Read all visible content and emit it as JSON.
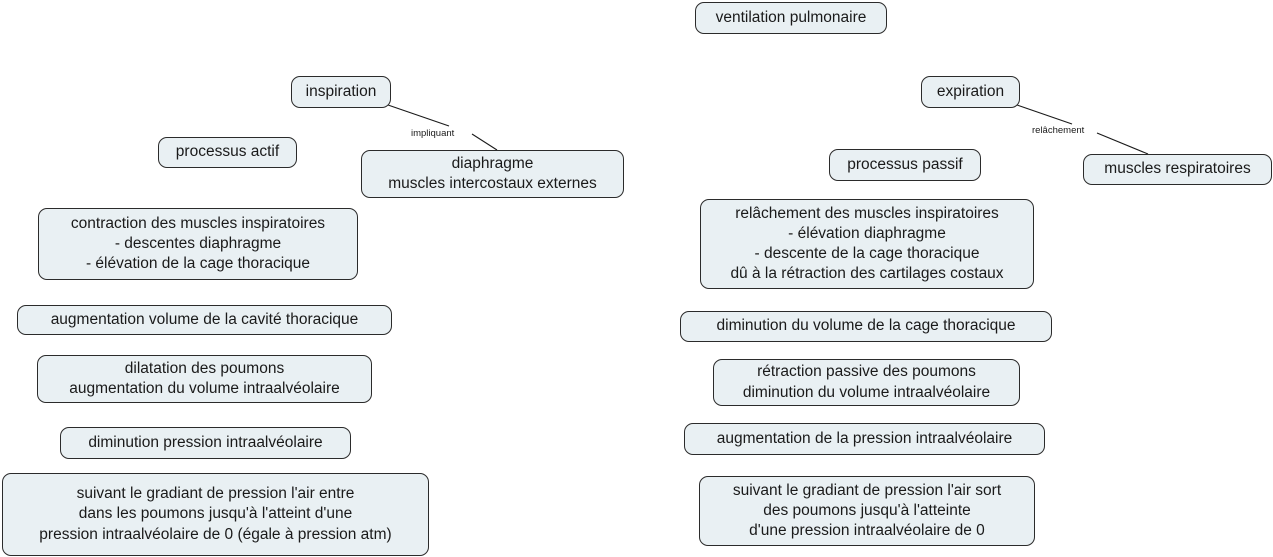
{
  "diagram": {
    "title": "ventilation pulmonaire",
    "type": "concept-map",
    "colors": {
      "node_fill": "#e9f0f3",
      "node_border": "#2b2b2b",
      "text": "#1a1a1a",
      "edge": "#1a1a1a",
      "background": "#ffffff"
    }
  },
  "nodes": {
    "title": "ventilation pulmonaire",
    "inspiration": "inspiration",
    "expiration": "expiration",
    "processus_actif": "processus actif",
    "processus_passif": "processus passif",
    "diaphragme": "diaphragme\nmuscles intercostaux externes",
    "muscles_respiratoires": "muscles respiratoires",
    "contraction": "contraction des muscles inspiratoires\n-      descentes diaphragme\n-    élévation de la cage thoracique",
    "relachement_muscles": "relâchement des muscles inspiratoires\n- élévation diaphragme\n- descente de la cage thoracique\ndû à la rétraction des cartilages costaux",
    "augmentation_volume_cavite": "augmentation volume de la cavité thoracique",
    "diminution_volume_cage": "diminution du volume de la cage thoracique",
    "dilatation_poumons": "dilatation des poumons\naugmentation du volume intraalvéolaire",
    "retraction_poumons": "rétraction passive des poumons\ndiminution du volume intraalvéolaire",
    "diminution_pression": "diminution pression intraalvéolaire",
    "augmentation_pression": "augmentation de la pression intraalvéolaire",
    "gradient_entre": "suivant le gradiant de pression l'air entre\ndans les poumons jusqu'à l'atteint d'une\npression intraalvéolaire de 0 (égale à pression atm)",
    "gradient_sort": "suivant le gradiant de pression l'air sort\ndes poumons jusqu'à l'atteinte\nd'une pression intraalvéolaire de 0"
  },
  "edge_labels": {
    "impliquant": "impliquant",
    "relachement": "relâchement"
  }
}
